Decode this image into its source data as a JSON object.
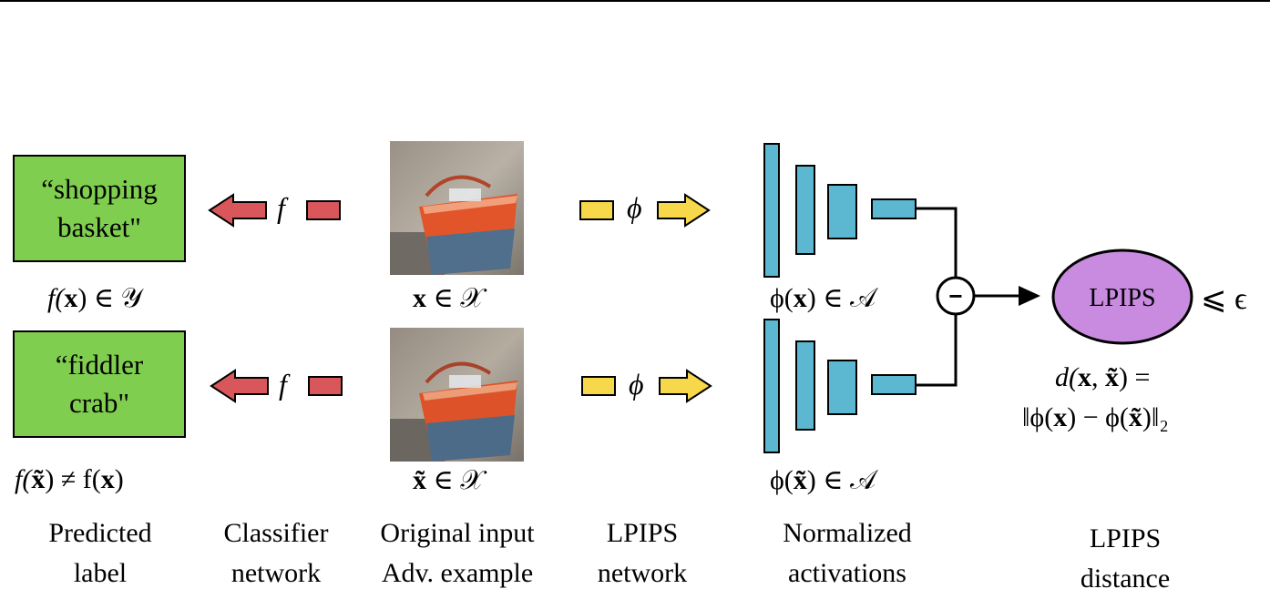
{
  "boxes": {
    "top_label": "“shopping\nbasket\"",
    "bottom_label": "“fiddler\ncrab\""
  },
  "math": {
    "fx_in_Y": [
      "f(",
      "x",
      ") ∈ 𝒴"
    ],
    "fxt_neq_fx": [
      "f(",
      "x̃",
      ") ≠ f(",
      "x",
      ")"
    ],
    "x_in_X": [
      "x",
      " ∈ 𝒳"
    ],
    "xt_in_X": [
      "x̃",
      " ∈ 𝒳"
    ],
    "phi_x_in_A": [
      "ϕ(",
      "x",
      ") ∈ 𝒜"
    ],
    "phi_xt_in_A": [
      "ϕ(",
      "x̃",
      ") ∈ 𝒜"
    ],
    "d_line1": [
      "d(",
      "x",
      ", ",
      "x̃",
      ") ="
    ],
    "d_line2": [
      "‖ϕ(",
      "x",
      ") − ϕ(",
      "x̃",
      ")‖₂"
    ],
    "leq_eps": "⩽ ϵ"
  },
  "arrow_letters": {
    "classifier": "f",
    "lpips_net": "ϕ"
  },
  "lpips_node": "LPIPS",
  "minus_symbol": "−",
  "captions": {
    "predicted": "Predicted\nlabel",
    "classifier": "Classifier\nnetwork",
    "original": "Original input\nAdv. example",
    "lpips_network": "LPIPS\nnetwork",
    "normalized": "Normalized\nactivations",
    "lpips_distance": "LPIPS\ndistance"
  },
  "colors": {
    "label_box": "#7fce4f",
    "classifier_arrow": "#d9575a",
    "lpips_arrow": "#f7d84a",
    "activation": "#5bb8d0",
    "lpips_node": "#c98bdf"
  }
}
